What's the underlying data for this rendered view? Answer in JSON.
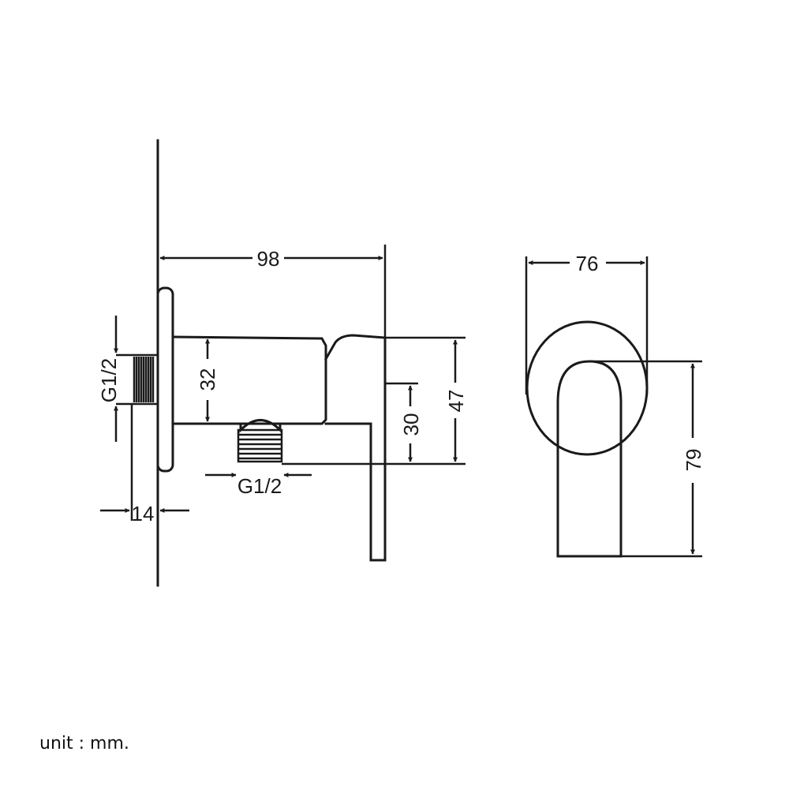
{
  "dimensions": {
    "overall_depth": "98",
    "body_height": "32",
    "thread_inlet": "G1/2",
    "thread_outlet": "G1/2",
    "flange_offset": "14",
    "outlet_height": "30",
    "handle_height": "47",
    "front_width": "76",
    "front_height": "79"
  },
  "note": "unit : mm."
}
